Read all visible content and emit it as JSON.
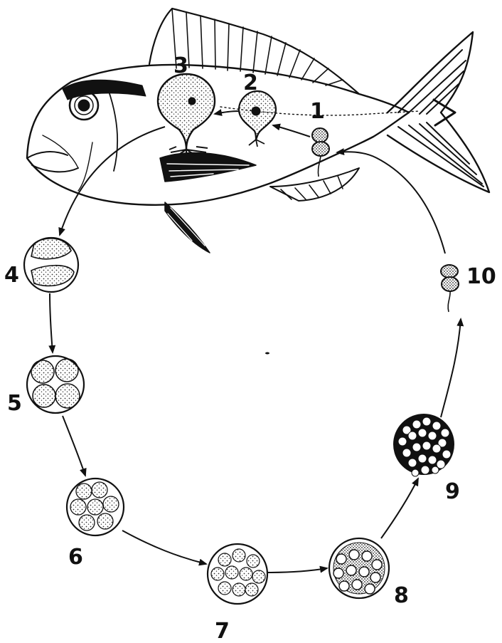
{
  "colors": {
    "ink": "#111111",
    "paper": "#ffffff"
  },
  "stages": [
    {
      "id": "s1",
      "label": "1"
    },
    {
      "id": "s2",
      "label": "2"
    },
    {
      "id": "s3",
      "label": "3"
    },
    {
      "id": "s4",
      "label": "4"
    },
    {
      "id": "s5",
      "label": "5"
    },
    {
      "id": "s6",
      "label": "6"
    },
    {
      "id": "s7",
      "label": "7"
    },
    {
      "id": "s8",
      "label": "8"
    },
    {
      "id": "s9",
      "label": "9"
    },
    {
      "id": "s10",
      "label": "10"
    }
  ]
}
